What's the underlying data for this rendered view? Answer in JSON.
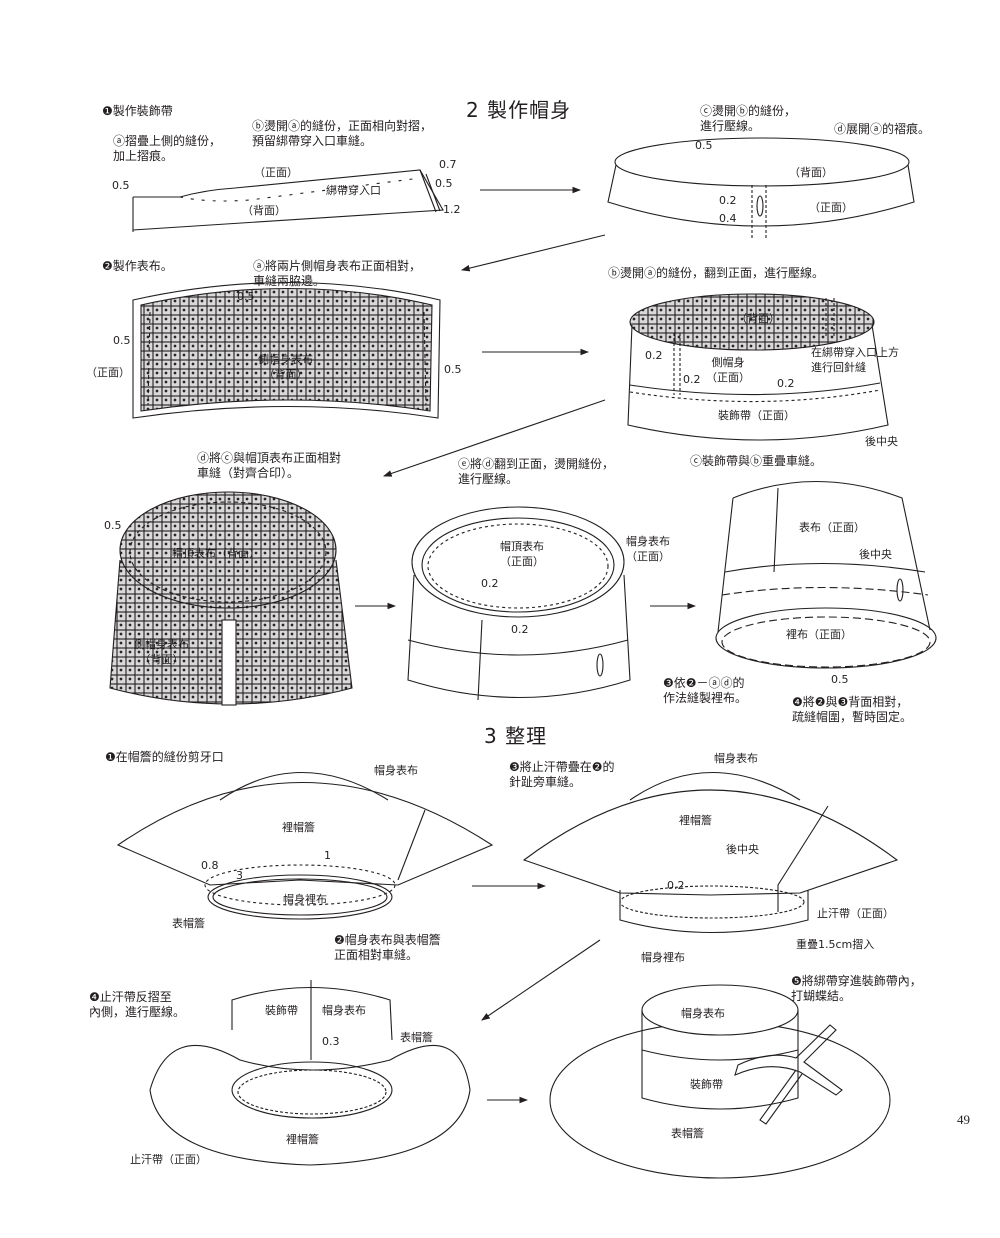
{
  "section2": {
    "title": "2 製作帽身",
    "step1": {
      "heading": "❶製作裝飾帶",
      "note_a": "ⓐ摺疊上側的縫份，\n加上摺痕。",
      "note_b": "ⓑ燙開ⓐ的縫份，正面相向對摺，\n預留綁帶穿入口車縫。",
      "face_front": "（正面）",
      "face_back": "（背面）",
      "tie_opening": "綁帶穿入口",
      "m_left": "0.5",
      "m_07": "0.7",
      "m_05": "0.5",
      "m_12": "1.2",
      "note_c": "ⓒ燙開ⓑ的縫份，\n進行壓線。",
      "note_d": "ⓓ展開ⓐ的褶痕。",
      "r_05": "0.5",
      "r_back": "（背面）",
      "r_front": "（正面）",
      "r_02": "0.2",
      "r_04": "0.4"
    },
    "step2": {
      "heading": "❷製作表布。",
      "note_a": "ⓐ將兩片側帽身表布正面相對，\n車縫兩脇邊。",
      "m_top": "0.5",
      "m_left": "0.5",
      "m_right": "0.5",
      "face_front": "（正面）",
      "piece": "側帽身表布\n（背面）",
      "note_b": "ⓑ燙開ⓐ的縫份，翻到正面，進行壓線。",
      "inner_back": "（背面）",
      "side_body": "側帽身\n（正面）",
      "m1": "0.2",
      "m2": "0.2",
      "m3": "0.2",
      "backstitch": "在綁帶穿入口上方\n進行回針縫",
      "band": "裝飾帶（正面）",
      "back_center": "後中央",
      "note_c": "ⓒ裝飾帶與ⓑ重疊車縫。",
      "note_d": "ⓓ將ⓒ與帽頂表布正面相對\n車縫（對齊合印）。",
      "d_05": "0.5",
      "crown_back": "帽頂表布（背面）",
      "side_back": "側帽身表布\n（背面）",
      "note_e": "ⓔ將ⓓ翻到正面，燙開縫份，\n進行壓線。",
      "crown_front": "帽頂表布\n（正面）",
      "body_front": "帽身表布\n（正面）",
      "e_02a": "0.2",
      "e_02b": "0.2"
    },
    "step3": {
      "outer": "表布（正面）",
      "back_center": "後中央",
      "lining": "裡布（正面）",
      "m_05": "0.5",
      "note": "❸依❷－ⓐⓓ的\n作法縫製裡布。"
    },
    "step4": {
      "note": "❹將❷與❸背面相對，\n疏縫帽圍，暫時固定。"
    }
  },
  "section3": {
    "title": "3  整理",
    "s1": {
      "note": "❶在帽簷的縫份剪牙口",
      "body_outer": "帽身表布",
      "under_brim": "裡帽簷",
      "m_08": "0.8",
      "m_1": "1",
      "m_3": "3",
      "body_lining": "帽身裡布",
      "upper_brim": "表帽簷",
      "note2": "❷帽身表布與表帽簷\n正面相對車縫。"
    },
    "s3": {
      "note": "❸將止汗帶疊在❷的\n針趾旁車縫。",
      "body_outer": "帽身表布",
      "under_brim": "裡帽簷",
      "back_center": "後中央",
      "m_02": "0.2",
      "sweatband": "止汗帶（正面）",
      "overlap": "重疊1.5cm摺入",
      "body_lining": "帽身裡布"
    },
    "s4": {
      "note": "❹止汗帶反摺至\n內側，進行壓線。",
      "band": "裝飾帶",
      "body_outer": "帽身表布",
      "m_03": "0.3",
      "upper_brim": "表帽簷",
      "under_brim": "裡帽簷",
      "sweatband": "止汗帶（正面）"
    },
    "s5": {
      "note": "❺將綁帶穿進裝飾帶內，\n打蝴蝶結。",
      "body_outer": "帽身表布",
      "band": "裝飾帶",
      "upper_brim": "表帽簷"
    }
  },
  "page_number": "49"
}
